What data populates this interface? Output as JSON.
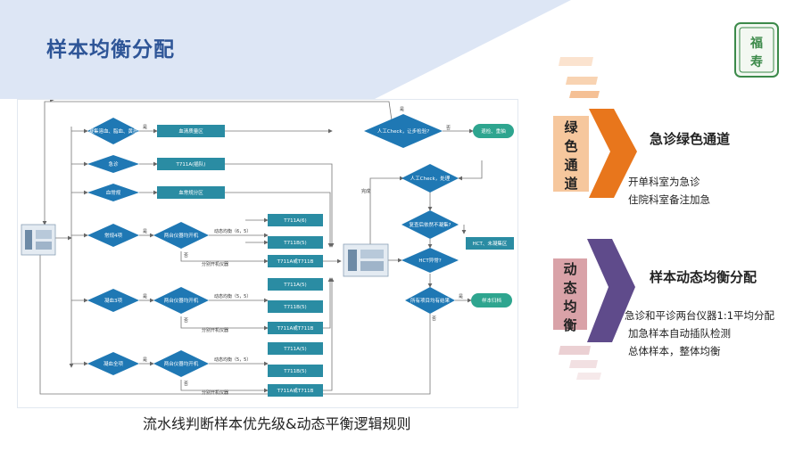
{
  "page": {
    "title": "样本均衡分配",
    "caption": "流水线判断样本优先级&动态平衡逻辑规则",
    "logo_text": "福寿"
  },
  "flowchart": {
    "diamonds": {
      "d1": "凝集溶血、脂血、黄疸",
      "d2": "急诊",
      "d3": "血常规",
      "d4": "常规4项",
      "d5": "两台仪器均开机",
      "d6": "凝血3项",
      "d7": "两台仪器均开机",
      "d8": "凝血全项",
      "d9": "两台仪器均开机",
      "manual_check": "人工Check，让步检验?",
      "manual_check2": "人工Check，处理",
      "redo": "复查后依然不凝集?",
      "hct": "HCT异常?",
      "all_done": "所有项目均有结果"
    },
    "boxes": {
      "b1": "血清质量区",
      "b2": "T711A(插队)",
      "b3": "血常规分区",
      "b4": "T711A(6)",
      "b5": "T711B(5)",
      "b6": "T711A或T711B",
      "b7": "T711A(5)",
      "b8": "T711B(5)",
      "b9": "T711A或T711B",
      "b10": "T711A(5)",
      "b11": "T711B(5)",
      "b12": "T711A或T711B",
      "hct_box": "HCT、未凝集区",
      "archive": "样本归档",
      "return": "退检、重抽"
    },
    "edge_labels": {
      "yes": "是",
      "no": "否",
      "complete": "完成",
      "dyn1": "动态均衡（6，5）",
      "dyn2": "动态均衡（5，5）",
      "dyn3": "动态均衡（5，5）",
      "split1": "分别开机仪器",
      "split2": "分别开机仪器",
      "split3": "分别开机仪器"
    }
  },
  "sections": [
    {
      "tag": [
        "绿",
        "色",
        "通",
        "道"
      ],
      "heading": "急诊绿色通道",
      "lines": [
        "开单科室为急诊",
        "住院科室备注加急"
      ]
    },
    {
      "tag": [
        "动",
        "态",
        "均",
        "衡"
      ],
      "heading": "样本动态均衡分配",
      "lines": [
        "急诊和平诊两台仪器1:1平均分配",
        "加急样本自动插队检测",
        "总体样本，整体均衡"
      ]
    }
  ],
  "colors": {
    "title": "#2e5597",
    "diamond": "#1f78b4",
    "box": "#2a8ca3",
    "archive": "#2ea58f",
    "orange": "#e8761c",
    "orange_light": "#f6c79d",
    "purple": "#5f4b8b",
    "pink": "#d9a2a8"
  }
}
